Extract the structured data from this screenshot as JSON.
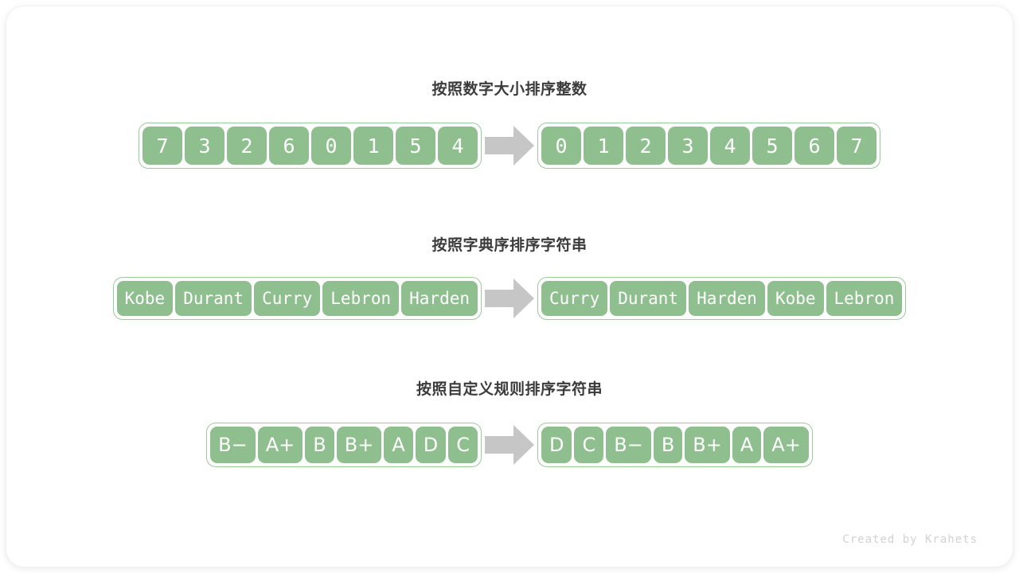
{
  "card": {
    "accent_green": "#8fbf8f",
    "border_green": "#9ac99c",
    "arrow_gray": "#c6c6c6",
    "title_color": "#3b3b3b",
    "footer_color": "#d2d2d2"
  },
  "sections": [
    {
      "title": "按照数字大小排序整数",
      "input": [
        "7",
        "3",
        "2",
        "6",
        "0",
        "1",
        "5",
        "4"
      ],
      "output": [
        "0",
        "1",
        "2",
        "3",
        "4",
        "5",
        "6",
        "7"
      ],
      "arrow_icon": "right-arrow-icon"
    },
    {
      "title": "按照字典序排序字符串",
      "input": [
        "Kobe",
        "Durant",
        "Curry",
        "Lebron",
        "Harden"
      ],
      "output": [
        "Curry",
        "Durant",
        "Harden",
        "Kobe",
        "Lebron"
      ],
      "arrow_icon": "right-arrow-icon"
    },
    {
      "title": "按照自定义规则排序字符串",
      "input": [
        "B−",
        "A+",
        "B",
        "B+",
        "A",
        "D",
        "C"
      ],
      "output": [
        "D",
        "C",
        "B−",
        "B",
        "B+",
        "A",
        "A+"
      ],
      "arrow_icon": "right-arrow-icon"
    }
  ],
  "footer": {
    "credit": "Created by Krahets"
  }
}
